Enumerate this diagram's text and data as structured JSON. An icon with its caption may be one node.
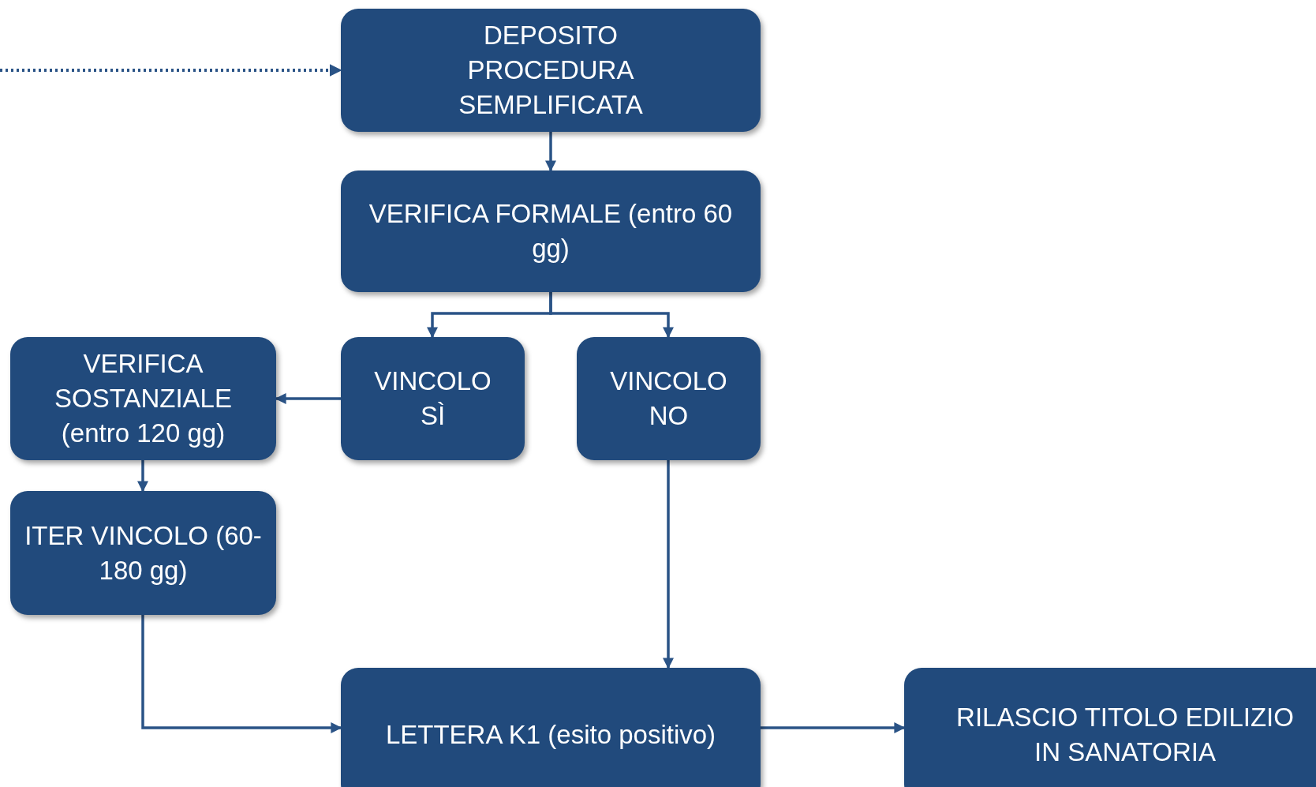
{
  "diagram": {
    "nodes": [
      {
        "text": [
          "DEPOSITO PROCEDURA SEMPLIFICATA"
        ]
      },
      {
        "text": [
          "VERIFICA FORMALE (entro 60 gg)"
        ]
      },
      {
        "text": [
          "VERIFICA SOSTANZIALE (entro 120 gg)"
        ]
      },
      {
        "text": [
          "VINCOLO SÌ"
        ]
      },
      {
        "text": [
          "VINCOLO NO"
        ]
      },
      {
        "text": [
          "ITER VINCOLO (60-180 gg)"
        ]
      },
      {
        "text": [
          "LETTERA K1 (esito positivo)"
        ]
      },
      {
        "text": [
          "RILASCIO TITOLO EDILIZIO IN SANATORIA"
        ]
      }
    ],
    "edges": [
      {
        "from": null,
        "to": 0,
        "arrow": "to",
        "style": "dashed"
      },
      {
        "from": 0,
        "to": 1,
        "arrow": "to"
      },
      {
        "from": 1,
        "to": 3,
        "arrow": "to"
      },
      {
        "from": 1,
        "to": 4,
        "arrow": "to"
      },
      {
        "from": 3,
        "to": 2,
        "arrow": "to"
      },
      {
        "from": 2,
        "to": 5,
        "arrow": "to"
      },
      {
        "from": 4,
        "to": 6,
        "arrow": "to"
      },
      {
        "from": 5,
        "to": 6,
        "arrow": "to"
      },
      {
        "from": 6,
        "to": 7,
        "arrow": "to"
      }
    ]
  }
}
